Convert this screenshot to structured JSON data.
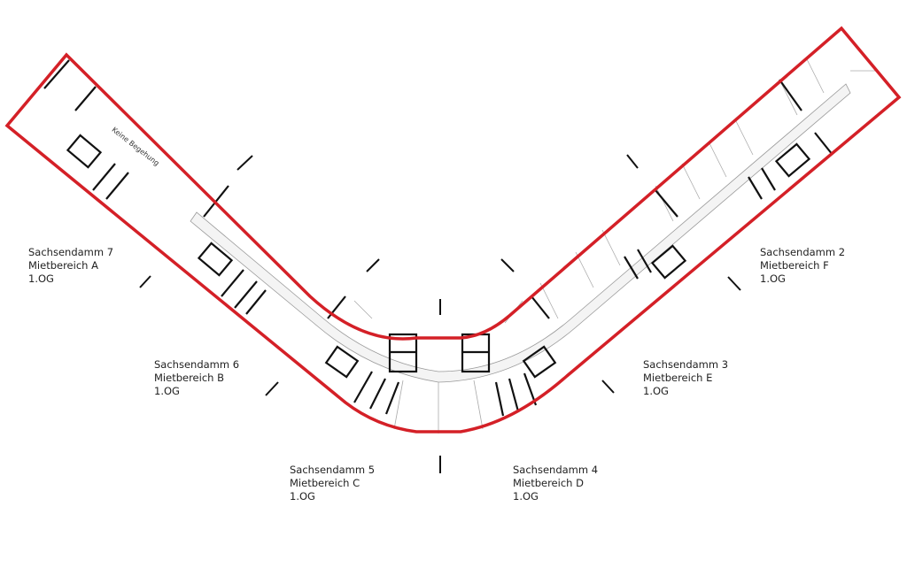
{
  "colors": {
    "outline": "#d42027",
    "walls": "#111111",
    "thin": "#9a9a9a"
  },
  "note": "Keine Begehung",
  "areas": [
    {
      "street": "Sachsendamm 7",
      "area": "Mietbereich A",
      "floor": "1.OG"
    },
    {
      "street": "Sachsendamm 6",
      "area": "Mietbereich B",
      "floor": "1.OG"
    },
    {
      "street": "Sachsendamm 5",
      "area": "Mietbereich C",
      "floor": "1.OG"
    },
    {
      "street": "Sachsendamm 4",
      "area": "Mietbereich D",
      "floor": "1.OG"
    },
    {
      "street": "Sachsendamm 3",
      "area": "Mietbereich E",
      "floor": "1.OG"
    },
    {
      "street": "Sachsendamm 2",
      "area": "Mietbereich F",
      "floor": "1.OG"
    }
  ]
}
